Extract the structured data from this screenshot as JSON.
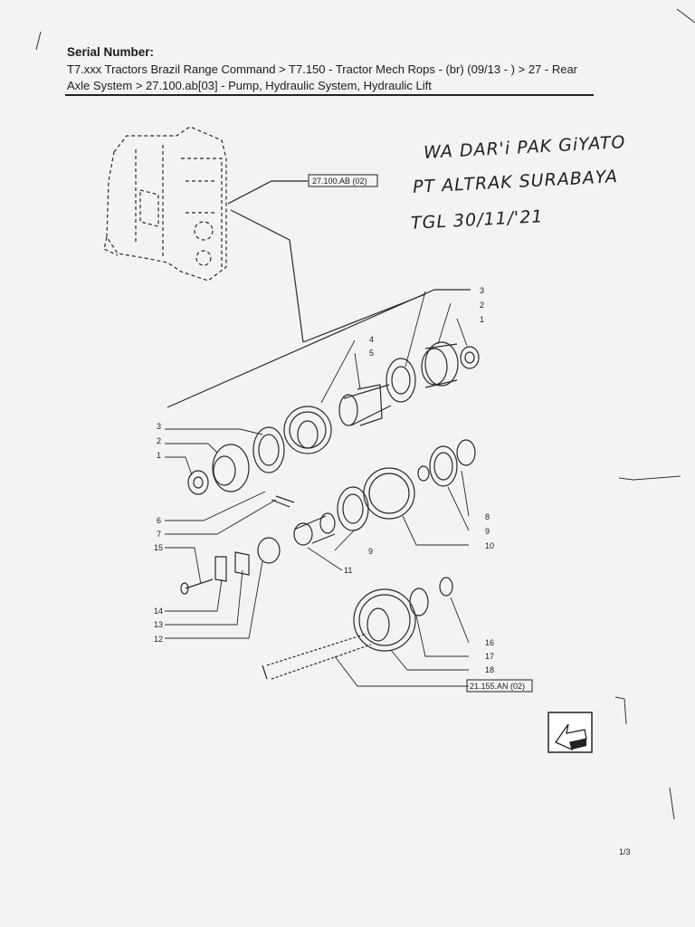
{
  "header": {
    "serial_label": "Serial Number:",
    "breadcrumb_line1": "T7.xxx Tractors Brazil Range Command > T7.150 - Tractor Mech Rops - (br) (09/13 - ) > 27 - Rear",
    "breadcrumb_line2": "Axle System > 27.100.ab[03] - Pump, Hydraulic System, Hydraulic Lift"
  },
  "handwritten_note": {
    "line1": "WA DAR'i PAK GiYATO",
    "line2": "PT ALTRAK SURABAYA",
    "line3": "TGL 30/11/'21"
  },
  "diagram": {
    "ref_top": "27.100.AB (02)",
    "ref_bottom": "21.155.AN (02)",
    "callouts": {
      "r3": "3",
      "r2": "2",
      "r1": "1",
      "r4": "4",
      "r5": "5",
      "l3": "3",
      "l2": "2",
      "l1": "1",
      "c6": "6",
      "c7": "7",
      "c15": "15",
      "c14": "14",
      "c13": "13",
      "c12": "12",
      "c11": "11",
      "c9a": "9",
      "c8": "8",
      "c9b": "9",
      "c10": "10",
      "c16": "16",
      "c17": "17",
      "c18": "18"
    }
  },
  "footer": {
    "page": "1/3"
  }
}
